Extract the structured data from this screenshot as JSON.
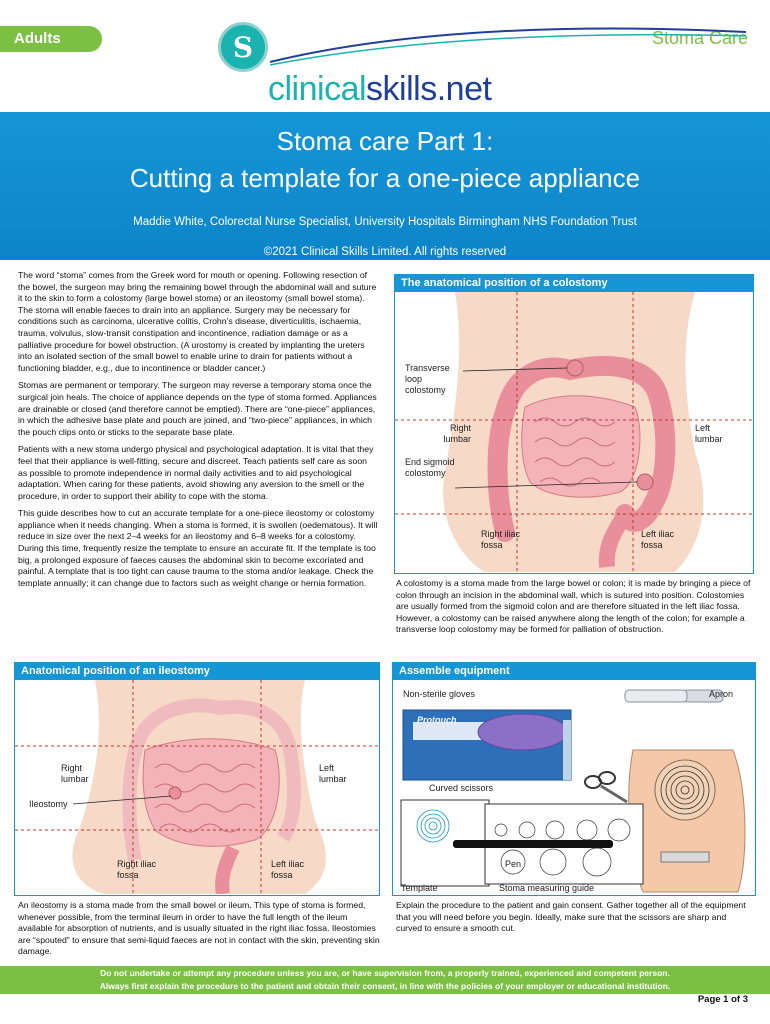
{
  "header": {
    "section_tab": "Adults",
    "category": "Stoma Care",
    "logo_letter": "S",
    "logo_part1": "clinical",
    "logo_part2": "skills.net"
  },
  "banner": {
    "title_line1": "Stoma care Part 1:",
    "title_line2": "Cutting a template for a one-piece appliance",
    "authors": "Maddie White, Colorectal Nurse Specialist, University Hospitals Birmingham NHS Foundation Trust",
    "copyright": "©2021 Clinical Skills Limited. All rights reserved"
  },
  "body": {
    "p1": "The word “stoma” comes from the Greek word for mouth or opening. Following resection of the bowel, the surgeon may bring the remaining bowel through the abdominal wall and suture it to the skin to form a colostomy (large bowel stoma) or an ileostomy (small bowel stoma). The stoma will enable faeces to drain into an appliance. Surgery may be necessary for conditions such as carcinoma, ulcerative colitis, Crohn’s disease, diverticulitis, ischaemia, trauma, volvulus, slow-transit constipation and incontinence, radiation damage or as a palliative procedure for bowel obstruction. (A urostomy is created by implanting the ureters into an isolated section of the small bowel to enable urine to drain for patients without a functioning bladder, e.g., due to incontinence or bladder cancer.)",
    "p2": "Stomas are permanent or temporary. The surgeon may reverse a temporary stoma once the surgical join heals. The choice of appliance depends on the type of stoma formed. Appliances are drainable or closed (and therefore cannot be emptied). There are “one-piece” appliances, in which the adhesive base plate and pouch are joined, and “two-piece” appliances, in which the pouch clips onto or sticks to the separate base plate.",
    "p3": "Patients with a new stoma undergo physical and psychological adaptation. It is vital that they feel that their appliance is well-fitting, secure and discreet. Teach patients self care as soon as possible to promote independence in normal daily activities and to aid psychological adaptation. When caring for these patients, avoid showing any aversion to the smell or the procedure, in order to support their ability to cope with the stoma.",
    "p4": "This guide describes how to cut an accurate template for a one-piece ileostomy or colostomy appliance when it needs changing. When a stoma is formed, it is swollen (oedematous). It will reduce in size over the next 2–4 weeks for an ileostomy and 6–8 weeks for a colostomy. During this time, frequently resize the template to ensure an accurate fit. If the template is too big, a prolonged exposure of faeces causes the abdominal skin to become excoriated and painful. A template that is too tight can cause trauma to the stoma and/or leakage. Check the template annually; it can change due to factors such as weight change or hernia formation."
  },
  "colostomy": {
    "heading": "The anatomical position of a colostomy",
    "label_transverse": "Transverse loop colostomy",
    "label_right_lumbar": "Right lumbar",
    "label_left_lumbar": "Left lumbar",
    "label_end_sigmoid": "End sigmoid colostomy",
    "label_right_iliac": "Right iliac fossa",
    "label_left_iliac": "Left iliac fossa",
    "caption": "A colostomy is a stoma made from the large bowel or colon; it is made by bringing a piece of colon through an incision in the abdominal wall, which is sutured into position. Colostomies are usually formed from the sigmoid colon and are therefore situated in the left iliac fossa. However, a colostomy can be raised anywhere along the length of the colon; for example a transverse loop colostomy may be formed for palliation of obstruction."
  },
  "ileostomy": {
    "heading": "Anatomical position of an ileostomy",
    "label_right_lumbar": "Right lumbar",
    "label_left_lumbar": "Left lumbar",
    "label_ileostomy": "Ileostomy",
    "label_right_iliac": "Right iliac fossa",
    "label_left_iliac": "Left iliac fossa",
    "caption": "An ileostomy is a stoma made from the small bowel or ileum. This type of stoma is formed, whenever possible, from the terminal ileum in order to have the full length of the ileum available for absorption of nutrients, and is usually situated in the right iliac fossa. Ileostomies are “spouted” to ensure that semi-liquid faeces are not in contact with the skin, preventing skin damage."
  },
  "equipment": {
    "heading": "Assemble equipment",
    "label_gloves": "Non-sterile gloves",
    "label_apron": "Apron",
    "label_scissors": "Curved scissors",
    "label_pen": "Pen",
    "label_template": "Template",
    "label_guide": "Stoma measuring guide",
    "glove_box_brand": "Protouch",
    "caption": "Explain the procedure to the patient and gain consent. Gather together all of the equipment that you will need before you begin. Ideally, make sure that the scissors are sharp and curved to ensure a smooth cut."
  },
  "footer": {
    "line1": "Do not undertake or attempt any procedure unless you are, or have supervision from, a properly trained, experienced and competent person.",
    "line2": "Always first explain the procedure to the patient and obtain their consent, in line with the policies of your employer or educational institution.",
    "page": "Page 1 of 3"
  },
  "colors": {
    "brand_blue": "#1596d6",
    "brand_green": "#7bc043",
    "bowel_pink": "#e98f9c",
    "skin": "#f6d9c6"
  }
}
